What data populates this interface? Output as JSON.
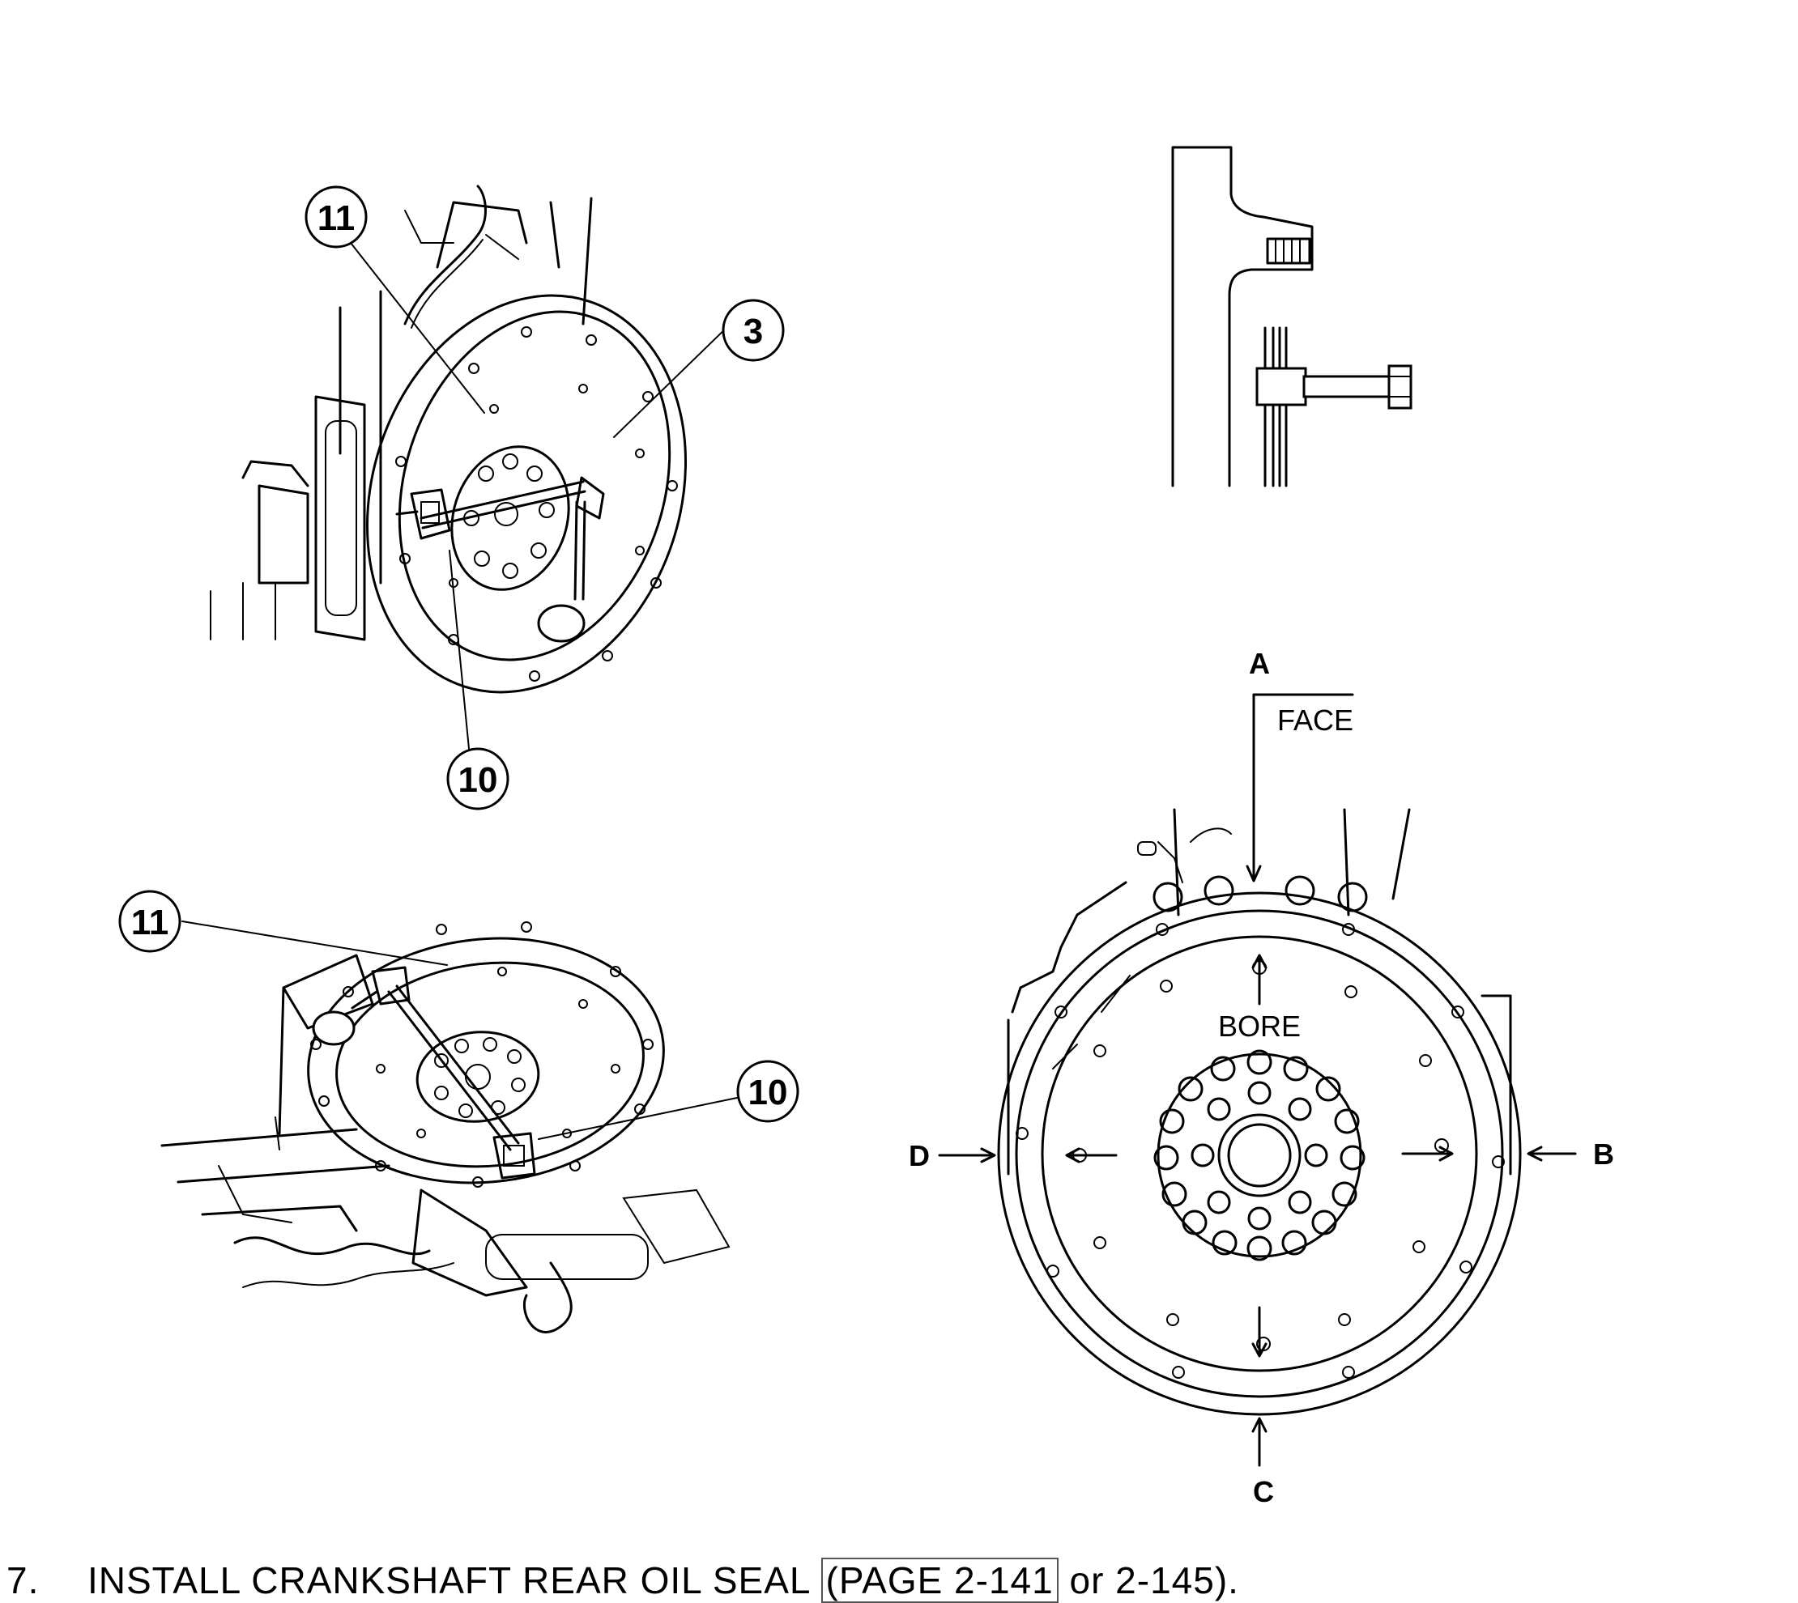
{
  "callouts": {
    "top_left": [
      "11",
      "3",
      "10"
    ],
    "bottom_left": [
      "11",
      "10"
    ]
  },
  "runout_diagram": {
    "label_a": "A",
    "label_b": "B",
    "label_c": "C",
    "label_d": "D",
    "label_face": "FACE",
    "label_bore": "BORE"
  },
  "step": {
    "number": "7.",
    "text": "INSTALL CRANKSHAFT REAR OIL SEAL",
    "reference": "(PAGE 2-141",
    "suffix": "or 2-145)."
  }
}
